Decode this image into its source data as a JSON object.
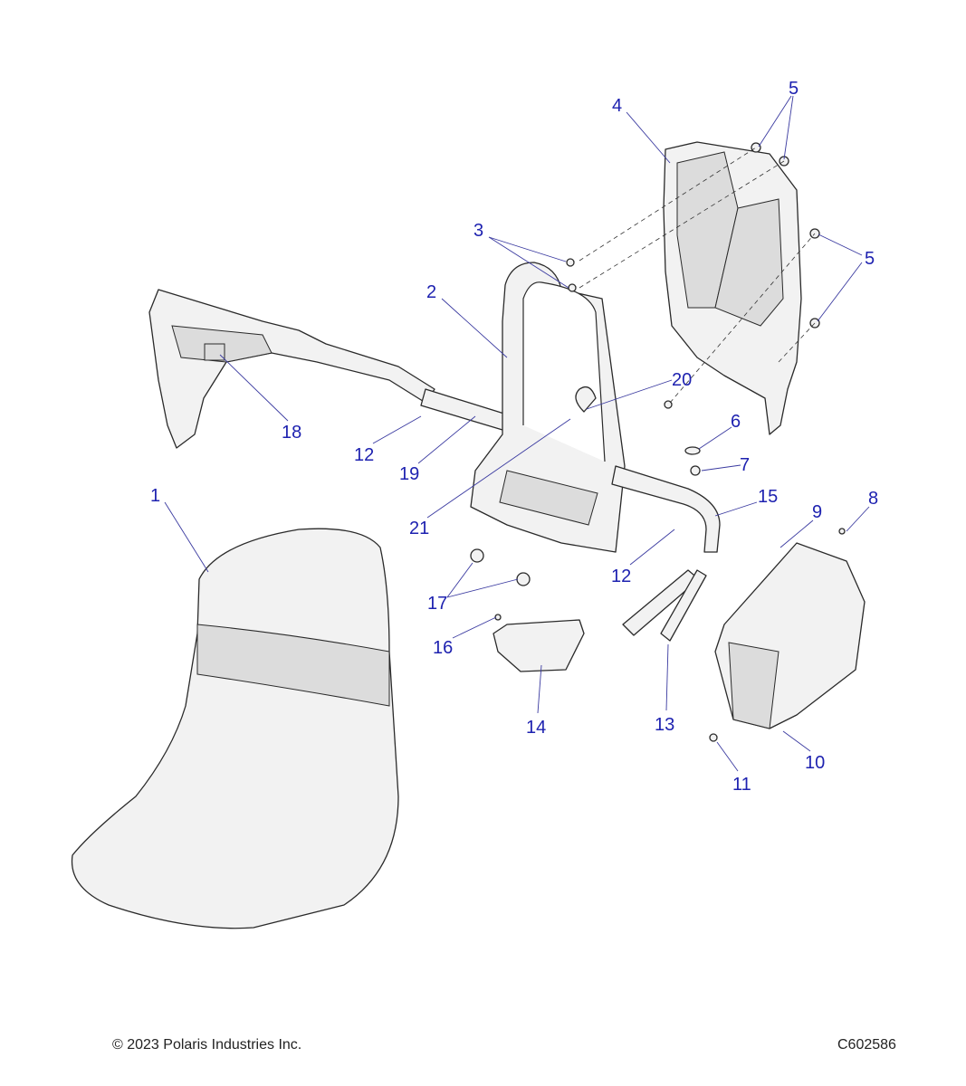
{
  "diagram": {
    "callouts": [
      {
        "id": "1",
        "label": "1"
      },
      {
        "id": "2",
        "label": "2"
      },
      {
        "id": "3",
        "label": "3"
      },
      {
        "id": "4",
        "label": "4"
      },
      {
        "id": "5a",
        "label": "5"
      },
      {
        "id": "5b",
        "label": "5"
      },
      {
        "id": "6",
        "label": "6"
      },
      {
        "id": "7",
        "label": "7"
      },
      {
        "id": "8",
        "label": "8"
      },
      {
        "id": "9",
        "label": "9"
      },
      {
        "id": "10",
        "label": "10"
      },
      {
        "id": "11",
        "label": "11"
      },
      {
        "id": "12a",
        "label": "12"
      },
      {
        "id": "12b",
        "label": "12"
      },
      {
        "id": "13",
        "label": "13"
      },
      {
        "id": "14",
        "label": "14"
      },
      {
        "id": "15",
        "label": "15"
      },
      {
        "id": "16",
        "label": "16"
      },
      {
        "id": "17",
        "label": "17"
      },
      {
        "id": "18",
        "label": "18"
      },
      {
        "id": "19",
        "label": "19"
      },
      {
        "id": "20",
        "label": "20"
      },
      {
        "id": "21",
        "label": "21"
      }
    ],
    "callout_color": "#1e22b0"
  },
  "footer": {
    "copyright": "© 2023 Polaris Industries Inc.",
    "drawing_number": "C602586"
  }
}
